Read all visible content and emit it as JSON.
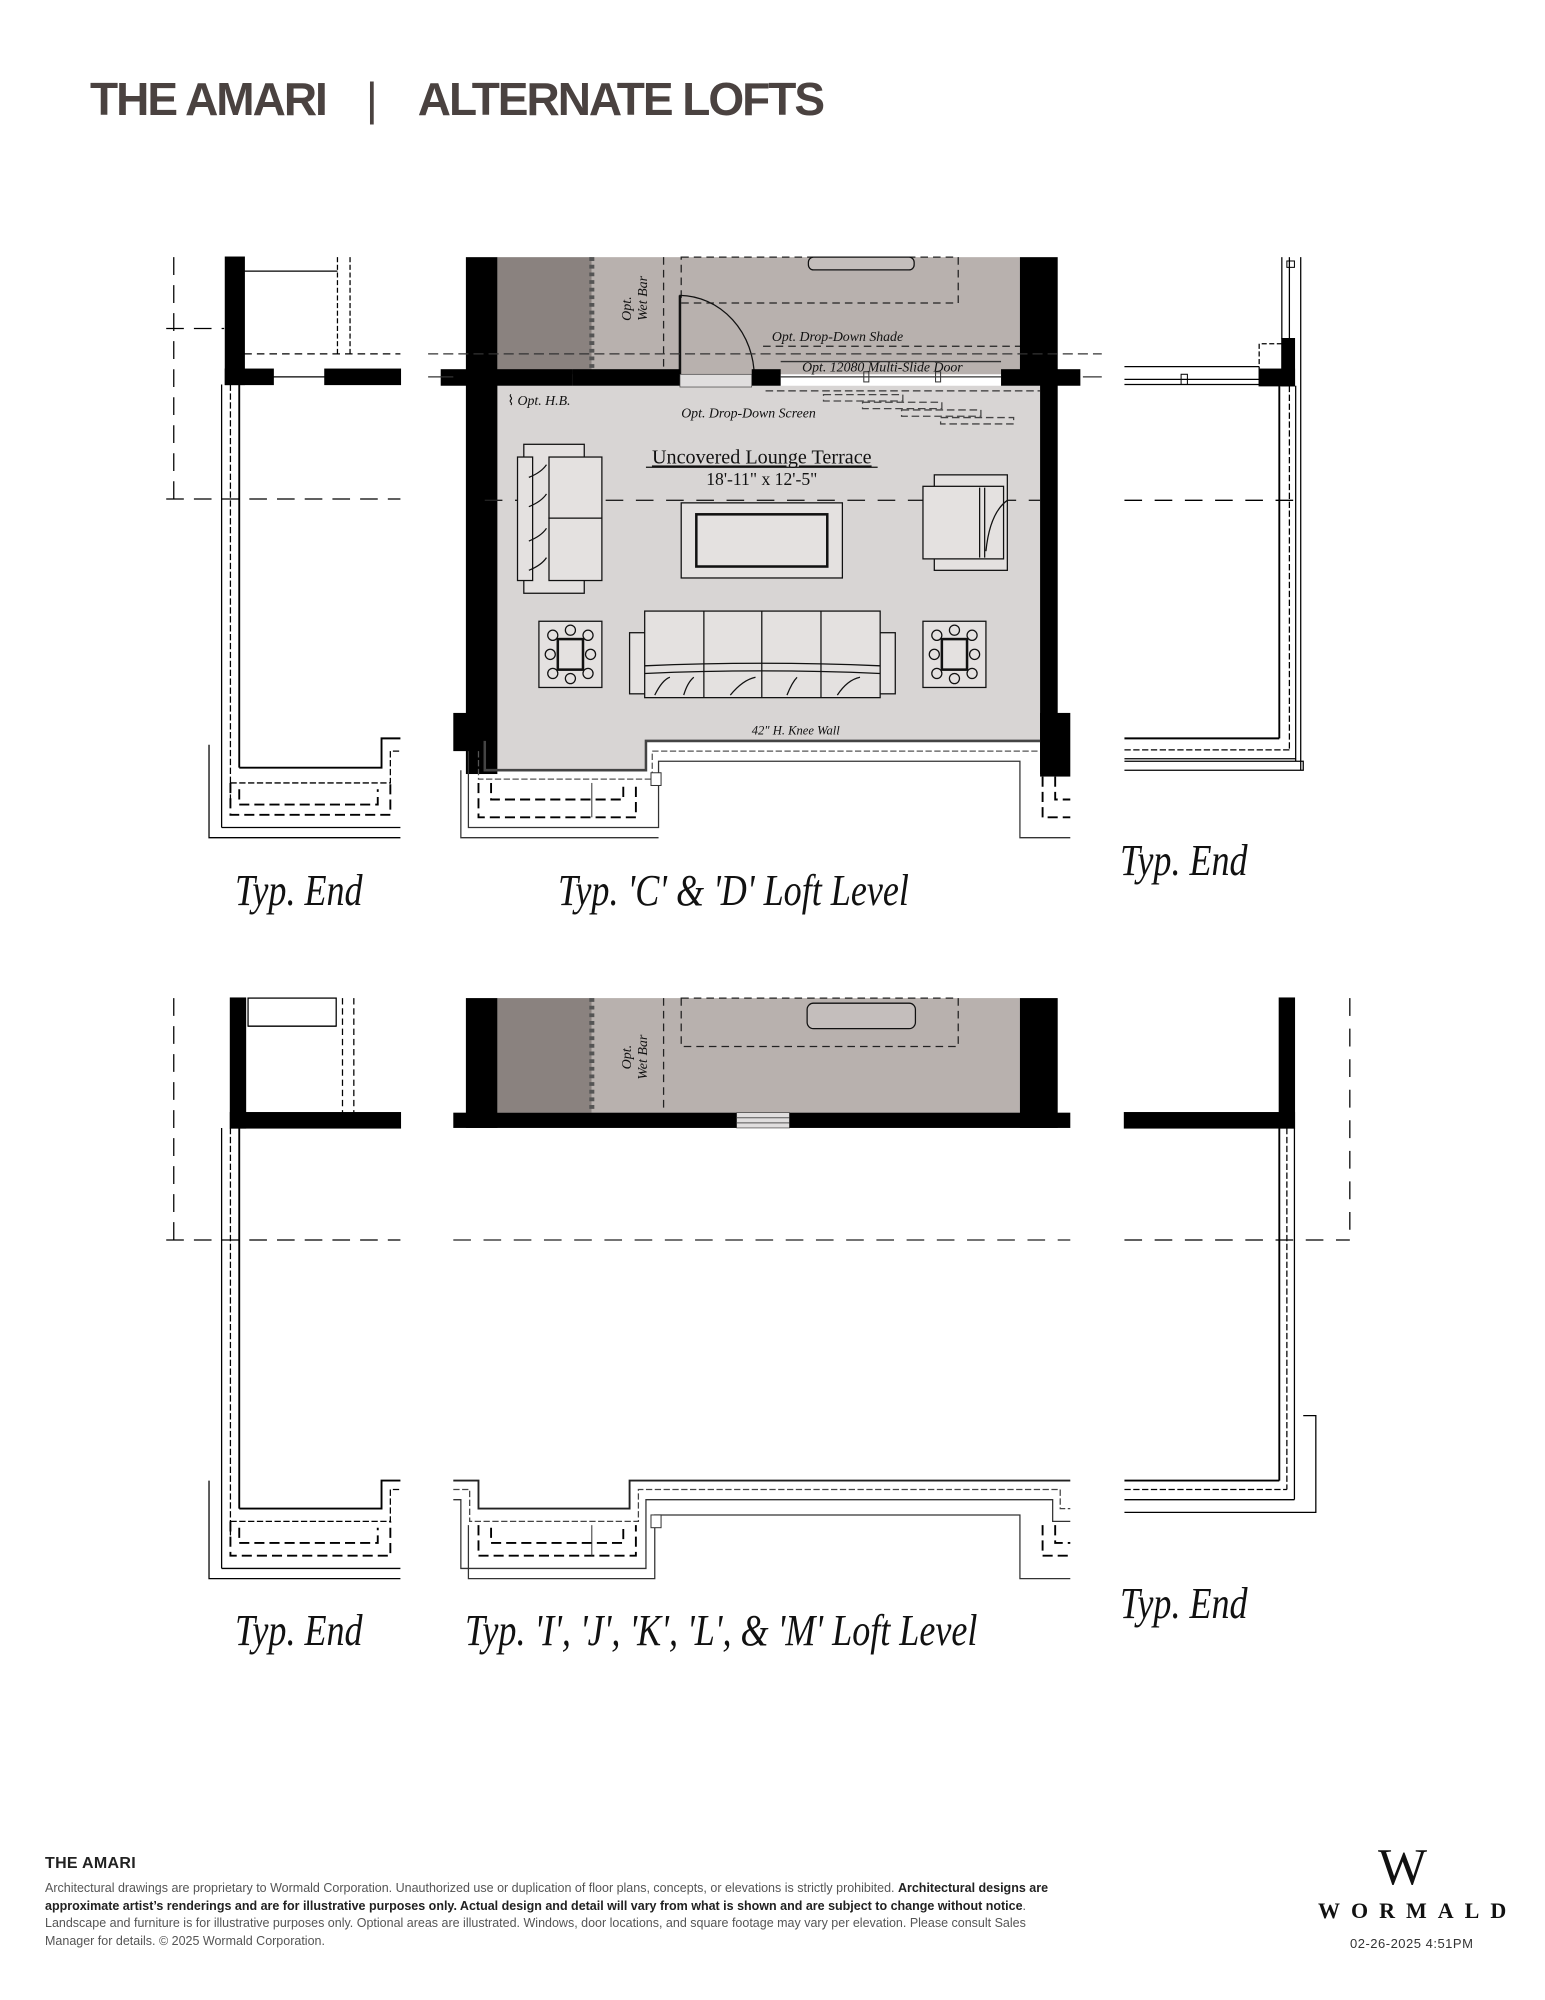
{
  "header": {
    "project": "THE AMARI",
    "separator": "|",
    "sheet_title": "ALTERNATE LOFTS"
  },
  "plans": {
    "top": {
      "left_caption": "Typ. End",
      "center_caption": "Typ. 'C' & 'D' Loft Level",
      "right_caption": "Typ. End",
      "room": {
        "name": "Uncovered Lounge Terrace",
        "dimensions": "18'-11\" x 12'-5\""
      },
      "annotations": {
        "wet_bar_line1": "Opt.",
        "wet_bar_line2": "Wet Bar",
        "drop_down_shade": "Opt. Drop-Down Shade",
        "multi_slide_door": "Opt. 12080 Multi-Slide Door",
        "hose_bib": "Opt. H.B.",
        "drop_down_screen": "Opt. Drop-Down Screen",
        "knee_wall": "42\" H. Knee Wall"
      }
    },
    "bottom": {
      "left_caption": "Typ. End",
      "center_caption": "Typ. 'I', 'J', 'K', 'L', & 'M' Loft Level",
      "right_caption": "Typ. End",
      "annotations": {
        "wet_bar_line1": "Opt.",
        "wet_bar_line2": "Wet Bar"
      }
    }
  },
  "colors": {
    "header_text": "#4a4240",
    "wall": "#000000",
    "interior_dark": "#8a827f",
    "interior_mid": "#b8b1ae",
    "terrace_fill": "#d8d5d4",
    "furniture_fill": "#e4e1e0"
  },
  "footer": {
    "title": "THE AMARI",
    "disclaimer_part1": "Architectural drawings are proprietary to Wormald Corporation. Unauthorized use or duplication of floor plans, concepts, or elevations is strictly prohibited. ",
    "disclaimer_bold": "Architectural designs are approximate artist’s renderings and are for illustrative purposes only. Actual design and detail will vary from what is shown and are subject to change without notice",
    "disclaimer_part2": ". Landscape and furniture is for illustrative purposes only. Optional areas are illustrated. Windows, door locations, and square footage may vary per elevation. Please consult Sales Manager for details. © 2025 Wormald Corporation.",
    "logo_mark": "W",
    "logo_name": "WORMALD",
    "timestamp": "02-26-2025 4:51PM"
  }
}
